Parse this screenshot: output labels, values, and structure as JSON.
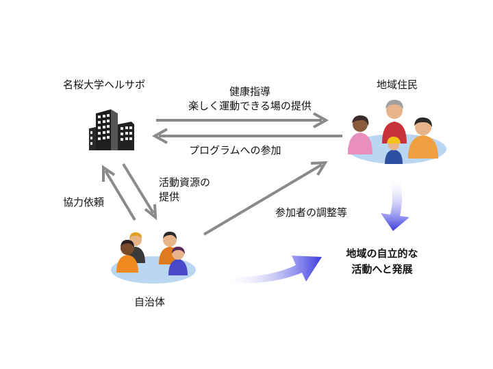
{
  "nodes": {
    "university": {
      "label": "名桜大学ヘルサポ",
      "icon": "building-icon"
    },
    "residents": {
      "label": "地域住民",
      "icon": "people-group-icon"
    },
    "municipality": {
      "label": "自治体",
      "icon": "people-group-icon"
    },
    "outcome": {
      "line1": "地域の自立的な",
      "line2": "活動へと発展"
    }
  },
  "edges": {
    "top_arrow": {
      "line1": "健康指導",
      "line2": "楽しく運動できる場の提供"
    },
    "return_arrow": {
      "label": "プログラムへの参加"
    },
    "down_arrow": {
      "line1": "活動資源の",
      "line2": "提供"
    },
    "up_arrow": {
      "label": "協力依頼"
    },
    "diag_arrow": {
      "label": "参加者の調整等"
    }
  },
  "colors": {
    "arrow_gray": "#8a8a8a",
    "flow_blue": "#4a4ae6",
    "shadow_blue": "#b9d6f2"
  }
}
